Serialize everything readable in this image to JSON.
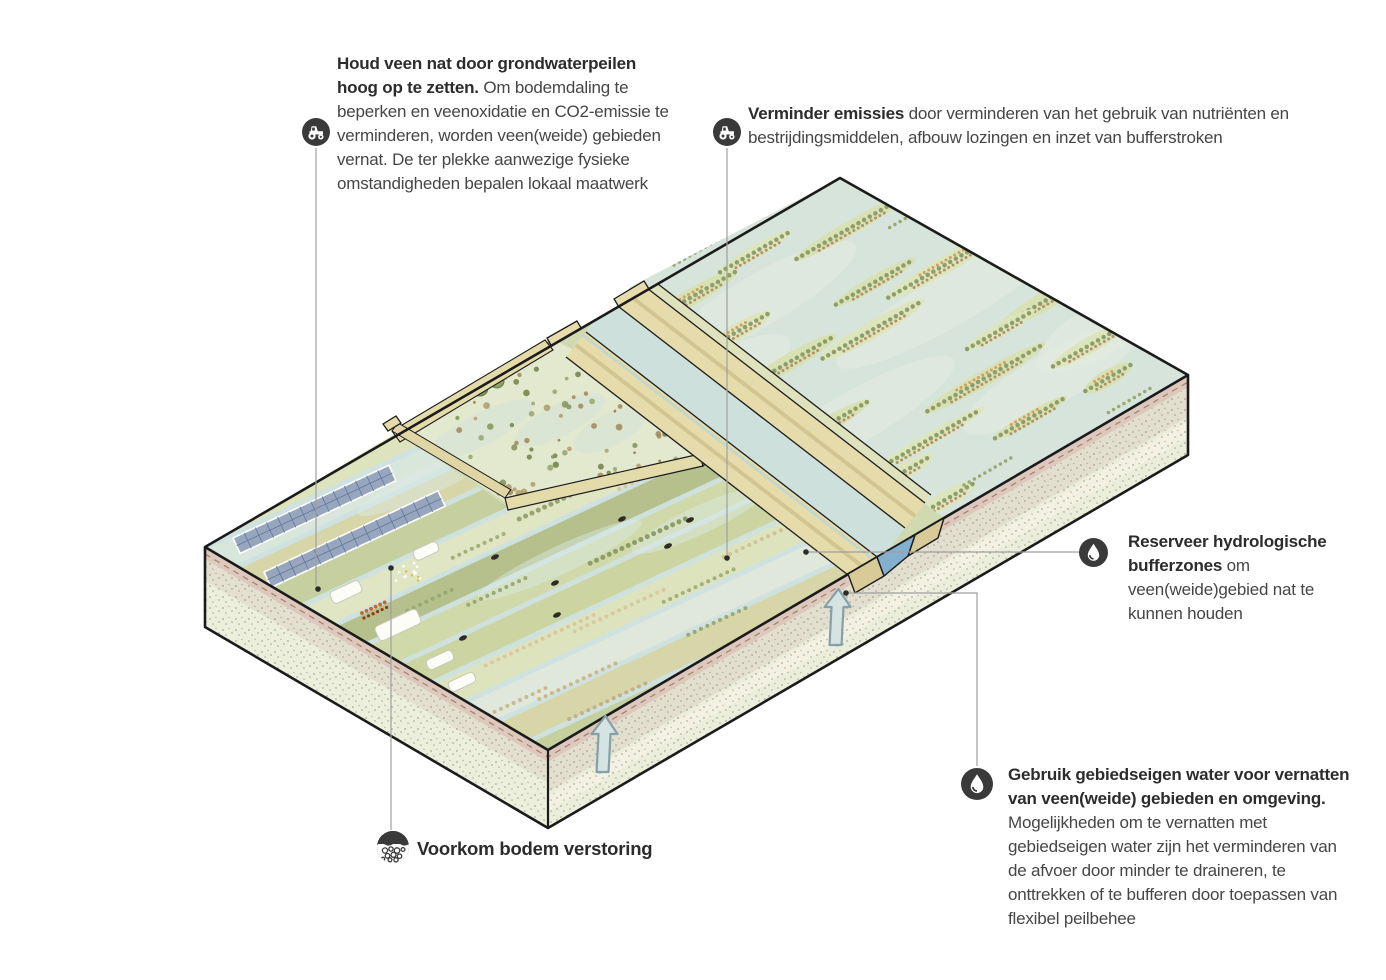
{
  "annotations": [
    {
      "id": "houd-veen-nat",
      "icon": "tractor-icon",
      "lead": "Houd veen nat door grondwaterpeilen hoog op te zetten.",
      "body": " Om bodemdaling te beperken en veenoxidatie en CO2-emissie te verminderen, worden veen(weide) gebieden vernat. De ter plekke aanwezige fysieke omstandigheden bepalen lokaal maatwerk"
    },
    {
      "id": "verminder-emissies",
      "icon": "tractor-icon",
      "lead": "Verminder emissies",
      "body": " door verminderen van het gebruik van nutriënten en bestrijdingsmiddelen, afbouw lozingen en inzet van bufferstroken"
    },
    {
      "id": "reserveer-bufferzones",
      "icon": "waterdrop-icon",
      "lead": "Reserveer hydrologische bufferzones",
      "body": " om veen(weide)gebied nat te kunnen houden"
    },
    {
      "id": "gebruik-gebiedseigen-water",
      "icon": "waterdrop-icon",
      "lead": "Gebruik gebiedseigen water voor vernatten van veen(weide) gebieden en omgeving.",
      "body": " Mogelijkheden om te vernatten met gebiedseigen water zijn het verminderen van de afvoer door minder te draineren, te onttrekken of te bufferen door toepassen van flexibel peilbehee"
    },
    {
      "id": "voorkom-bodemverstoring",
      "icon": "soil-icon",
      "lead": "Voorkom bodem verstoring",
      "body": ""
    }
  ],
  "colors": {
    "icon_circle": "#3a3a3a",
    "canal_water": "#cfe0db",
    "dike": "#e5dcab",
    "soil_face": "#ecefdc",
    "peat_band": "#dcc8bc",
    "arrow": "#d5e3e2",
    "wetland": "#d7e4dc",
    "outline": "#1b1b1b"
  }
}
